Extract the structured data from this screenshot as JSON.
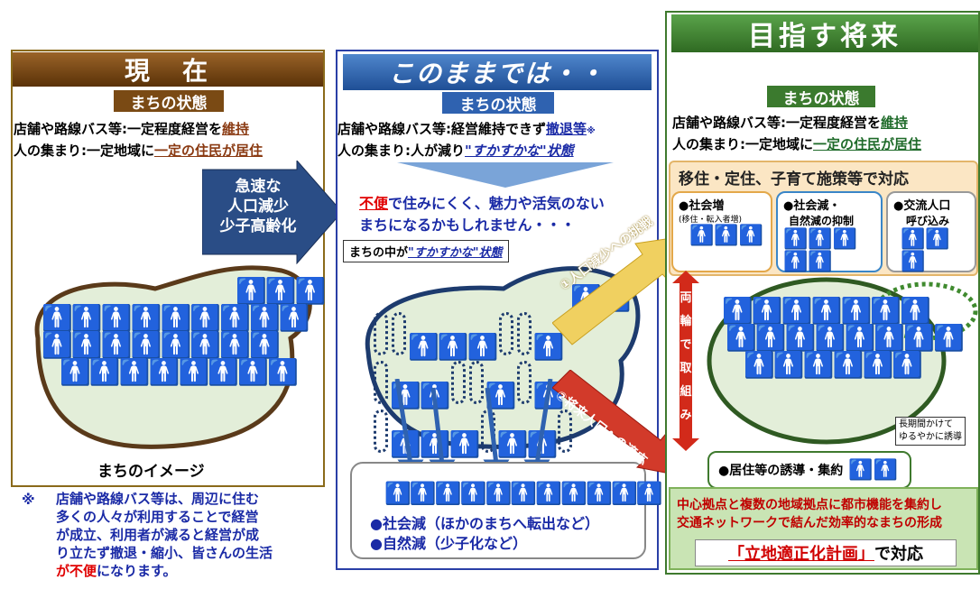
{
  "left": {
    "header": "現　在",
    "state_label": "まちの状態",
    "line1_pre": "店舗や路線バス等:一定程度経営を",
    "line1_em": "維持",
    "line2_pre": "人の集まり:一定地域に",
    "line2_em": "一定の住民が居住",
    "arrow_text": [
      "急速な",
      "人口減少",
      "少子高齢化"
    ],
    "caption": "まちのイメージ",
    "note_mark": "※",
    "note_lines": [
      "店舗や路線バス等は、周辺に住む",
      "多くの人々が利用することで経営",
      "が成立、利用者が減ると経営が成",
      "り立たず撤退・縮小、皆さんの生活"
    ],
    "note_last_em": "が不便",
    "note_last_rest": "になります。"
  },
  "middle": {
    "header": "このままでは・・",
    "state_label": "まちの状態",
    "line1_pre": "店舗や路線バス等:経営維持できず",
    "line1_em": "撤退等",
    "line1_mark": "※",
    "line2_pre": "人の集まり:人が減り",
    "line2_em": "\"すかすかな\"状態",
    "warn_em": "不便",
    "warn_rest1": "で住みにくく、魅力や活気のない",
    "warn_rest2": "まちになるかもしれません・・・",
    "callout": "まちの中が",
    "callout_em": "\"すかすかな\"状態",
    "bottom_items": [
      "●社会減（ほかのまちへ転出など）",
      "●自然減（少子化など）"
    ]
  },
  "diagonal": {
    "challenge": "①人口減少への挑戦",
    "adapt": "②将来人口への適応",
    "both_wheels": [
      "両",
      "輪",
      "で",
      "取",
      "組",
      "み"
    ]
  },
  "right": {
    "header": "目指す将来",
    "state_label": "まちの状態",
    "line1_pre": "店舗や路線バス等:一定程度経営を",
    "line1_em": "維持",
    "line2_pre": "人の集まり:一定地域に",
    "line2_em": "一定の住民が居住",
    "policy_title": "移住・定住、子育て施策等で対応",
    "policy_boxes": [
      {
        "title": "●社会増",
        "sub": "(移住・転入者増)"
      },
      {
        "title": "●社会減・",
        "sub": "自然減の抑制"
      },
      {
        "title": "●交流人口",
        "sub": "呼び込み"
      }
    ],
    "long_term": [
      "長期間かけて",
      "ゆるやかに誘導"
    ],
    "residence": "●居住等の誘導・集約",
    "concentrate": [
      "中心拠点と複数の地域拠点に都市機能を集約し",
      "交通ネットワークで結んだ効率的なまちの形成"
    ],
    "plan_em": "「立地適正化計画」",
    "plan_rest": "で対応"
  },
  "colors": {
    "brown": "#7a4a14",
    "blue_header": "#2f62b0",
    "green_header": "#3b7a2e",
    "navy": "#1d3b6e",
    "orange": "#d9962a",
    "lightblue": "#3a86c8",
    "green_fig": "#3f9a2e",
    "grey_fig": "#8a8a8a"
  }
}
